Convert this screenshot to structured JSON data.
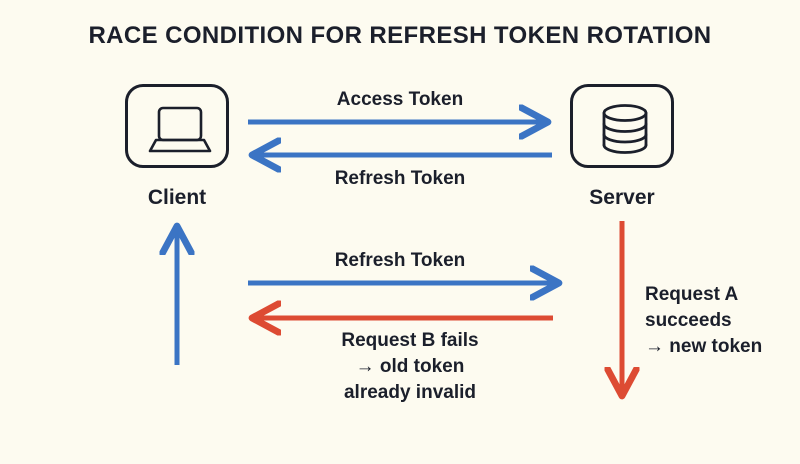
{
  "diagram": {
    "title": "RACE CONDITION FOR REFRESH TOKEN ROTATION",
    "background_color": "#fdfbf0",
    "text_color": "#1b1f2b",
    "accent_blue": "#3b74c4",
    "accent_red": "#dd4b33",
    "nodes": [
      {
        "id": "client",
        "label": "Client",
        "icon": "laptop-icon"
      },
      {
        "id": "server",
        "label": "Server",
        "icon": "database-icon"
      }
    ],
    "flows": [
      {
        "id": "access-token",
        "label": "Access Token",
        "direction": "client-to-server",
        "color": "#3b74c4"
      },
      {
        "id": "refresh-token-1",
        "label": "Refresh Token",
        "direction": "server-to-client",
        "color": "#3b74c4"
      },
      {
        "id": "refresh-token-2",
        "label": "Refresh Token",
        "direction": "client-to-server",
        "color": "#3b74c4"
      },
      {
        "id": "request-b-fail",
        "label": "",
        "direction": "server-to-client",
        "color": "#dd4b33"
      },
      {
        "id": "client-retry",
        "label": "",
        "direction": "upward",
        "color": "#3b74c4"
      },
      {
        "id": "server-process",
        "label": "",
        "direction": "downward",
        "color": "#dd4b33"
      }
    ],
    "annotations": {
      "request_b": {
        "line1": "Request B fails",
        "line2": "→ old token",
        "line3": "already invalid"
      },
      "request_a": {
        "line1": "Request A",
        "line2": "succeeds",
        "line3": "→ new token"
      }
    }
  }
}
